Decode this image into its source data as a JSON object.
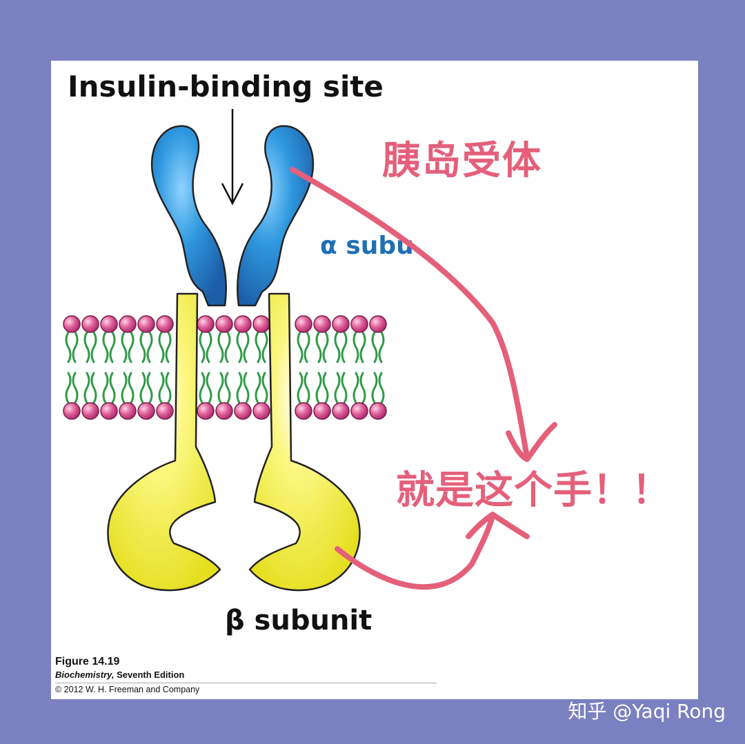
{
  "diagram": {
    "label_binding_site": "Insulin-binding site",
    "label_alpha": "α subu",
    "label_beta": "β subunit"
  },
  "annotations": {
    "title": "胰岛受体",
    "hand": "就是这个手！！",
    "color": "#e4607a"
  },
  "caption": {
    "figure_number": "Figure 14.19",
    "book_title": "Biochemistry,",
    "book_edition": "Seventh Edition",
    "copyright": "© 2012 W. H. Freeman and Company"
  },
  "watermark": "知乎 @Yaqi Rong",
  "colors": {
    "background": "#7b80c0",
    "alpha_subunit": "#2b8fd6",
    "beta_subunit": "#f2ee3a",
    "phospholipid_head": "#d2508c",
    "lipid_tail": "#2f9a48"
  },
  "icons": [
    "down-arrow-icon"
  ]
}
